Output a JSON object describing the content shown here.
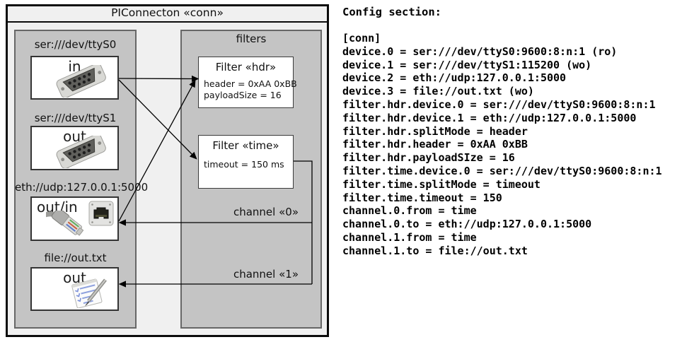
{
  "diagram": {
    "title": "PIConnecton «conn»",
    "filters_title": "filters",
    "devices": [
      {
        "label": "ser:///dev/ttyS0",
        "direction": "in"
      },
      {
        "label": "ser:///dev/ttyS1",
        "direction": "out"
      },
      {
        "label": "eth://udp:127.0.0.1:5000",
        "direction": "out/in"
      },
      {
        "label": "file://out.txt",
        "direction": "out"
      }
    ],
    "filters": [
      {
        "title": "Filter «hdr»",
        "attr1": "header = 0xAA 0xBB",
        "attr2": "payloadSize = 16"
      },
      {
        "title": "Filter «time»",
        "attr1": "timeout = 150 ms"
      }
    ],
    "channels": [
      {
        "label": "channel «0»"
      },
      {
        "label": "channel «1»"
      }
    ]
  },
  "config": {
    "heading": "Config section:",
    "lines": [
      "[conn]",
      "device.0 = ser:///dev/ttyS0:9600:8:n:1 (ro)",
      "device.1 = ser:///dev/ttyS1:115200 (wo)",
      "device.2 = eth://udp:127.0.0.1:5000",
      "device.3 = file://out.txt (wo)",
      "filter.hdr.device.0 = ser:///dev/ttyS0:9600:8:n:1",
      "filter.hdr.device.1 = eth://udp:127.0.0.1:5000",
      "filter.hdr.splitMode = header",
      "filter.hdr.header = 0xAA 0xBB",
      "filter.hdr.payloadSIze = 16",
      "filter.time.device.0 = ser:///dev/ttyS0:9600:8:n:1",
      "filter.time.splitMode = timeout",
      "filter.time.timeout = 150",
      "channel.0.from = time",
      "channel.0.to = eth://udp:127.0.0.1:5000",
      "channel.1.from = time",
      "channel.1.to = file://out.txt"
    ]
  },
  "colors": {
    "outer_fill": "#f0f0f0",
    "panel_fill": "#c4c4c4",
    "box_fill": "#ffffff",
    "line": "#000000"
  }
}
